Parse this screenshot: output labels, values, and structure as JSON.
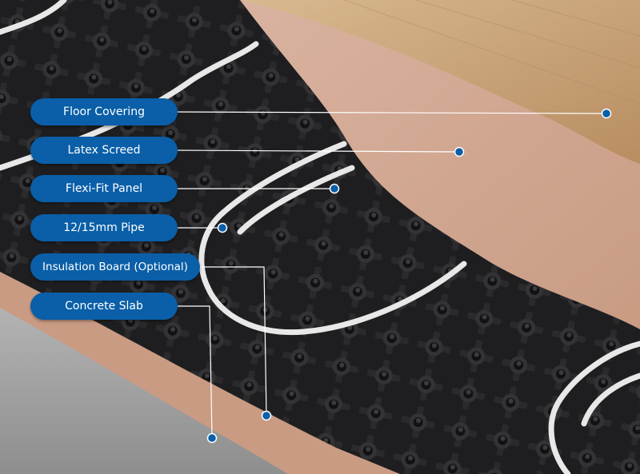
{
  "labels": {
    "floor_covering": "Floor Covering",
    "latex_screed": "Latex Screed",
    "flexi_fit_panel": "Flexi-Fit Panel",
    "pipe": "12/15mm Pipe",
    "insulation_board": "Insulation Board (Optional)",
    "concrete_slab": "Concrete Slab"
  },
  "colors": {
    "label_bg": "#0a5fa8",
    "label_text": "#ffffff",
    "leader_line": "#ffffff",
    "dot": "#0a5fa8",
    "wood": "#c9a57c",
    "screed": "#d3a68e",
    "panel": "#1d1d1f",
    "pipe": "#e6e6e6",
    "concrete": "#a7a7a7"
  }
}
